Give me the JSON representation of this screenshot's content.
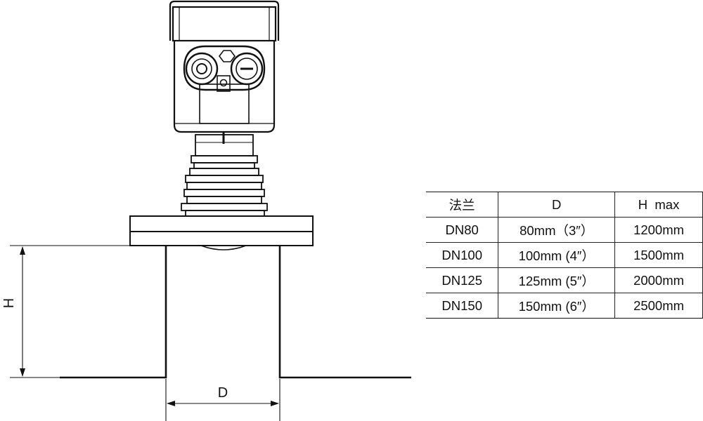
{
  "diagram": {
    "dimension_labels": {
      "height": "H",
      "diameter": "D"
    }
  },
  "spec_table": {
    "headers": [
      "法兰",
      "D",
      "H  max"
    ],
    "rows": [
      [
        "DN80",
        "80mm（3″）",
        "1200mm"
      ],
      [
        "DN100",
        "100mm (4″）",
        "1500mm"
      ],
      [
        "DN125",
        "125mm (5″）",
        "2000mm"
      ],
      [
        "DN150",
        "150mm (6″）",
        "2500mm"
      ]
    ]
  }
}
